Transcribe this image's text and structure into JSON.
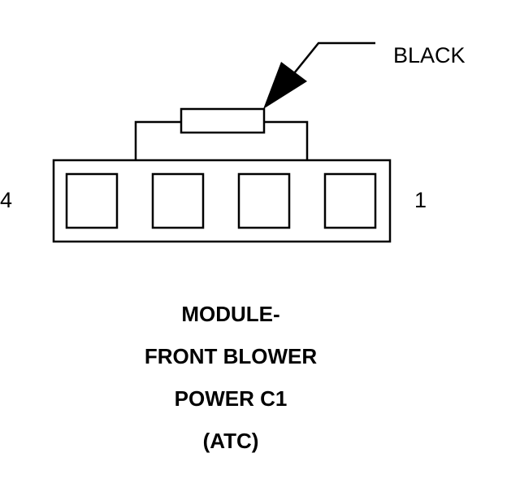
{
  "connector": {
    "color_label": "BLACK",
    "pin_left": "4",
    "pin_right": "1",
    "cavity_count": 4
  },
  "title": {
    "line1": "MODULE-",
    "line2": "FRONT BLOWER",
    "line3": "POWER C1",
    "line4": "(ATC)"
  },
  "colors": {
    "line": "#000000",
    "background": "#ffffff"
  }
}
